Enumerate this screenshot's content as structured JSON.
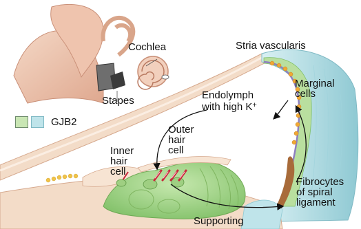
{
  "labels": {
    "cochlea": "Cochlea",
    "stapes": "Stapes",
    "stria_vascularis": "Stria vascularis",
    "marginal_cells": "Marginal\ncells",
    "endolymph": "Endolymph\nwith high K",
    "endolymph_superscript": "+",
    "outer_hair_cell": "Outer\nhair\ncell",
    "inner_hair_cell": "Inner\nhair\ncell",
    "fibrocytes": "Fibrocytes\nof spiral\nligament",
    "supporting": "Supporting"
  },
  "legend": {
    "label": "GJB2",
    "colors": [
      "#c9e6b4",
      "#bfe4ea"
    ]
  },
  "colors": {
    "ear_skin": "#ecc7b3",
    "membrane": "#f3dcc8",
    "organ_green": "#a9d68e",
    "ligament_blue": "#bfe4ea",
    "stria_orange": "#f0a834",
    "stria_purple": "#8e7fc0",
    "brown": "#a86b3a"
  }
}
